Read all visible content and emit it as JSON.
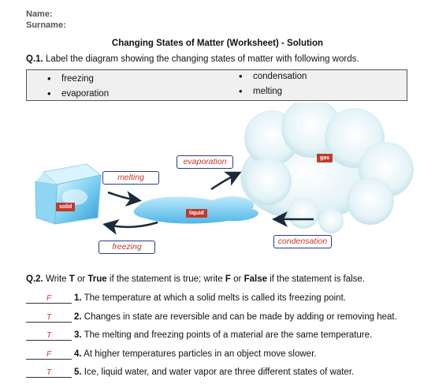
{
  "header": {
    "name_label": "Name:",
    "surname_label": "Surname:"
  },
  "title": "Changing States of Matter (Worksheet) - Solution",
  "q1": {
    "number": "Q.1.",
    "instruction": "Label the diagram showing the changing states of matter with following words.",
    "words": [
      "freezing",
      "condensation",
      "evaporation",
      "melting"
    ]
  },
  "diagram": {
    "labels": {
      "melting": "melting",
      "evaporation": "evaporation",
      "freezing": "freezing",
      "condensation": "condensation"
    },
    "tags": {
      "solid": "solid",
      "liquid": "liquid",
      "gas": "gas"
    }
  },
  "q2": {
    "number": "Q.2.",
    "instruction_parts": [
      "Write ",
      "T",
      " or ",
      "True",
      " if the statement is true; write ",
      "F",
      " or ",
      "False",
      " if the statement is false."
    ],
    "statements": [
      {
        "answer": "F",
        "number": "1.",
        "text": "The temperature at which a solid melts is called its freezing point."
      },
      {
        "answer": "T",
        "number": "2.",
        "text": "Changes in state are reversible and can be made by adding or removing heat."
      },
      {
        "answer": "T",
        "number": "3.",
        "text": "The melting and freezing points of a material are the same temperature."
      },
      {
        "answer": "F",
        "number": "4.",
        "text": "At higher temperatures particles in an object move slower."
      },
      {
        "answer": "T",
        "number": "5.",
        "text": "Ice, liquid water, and water vapor are three different states of water."
      }
    ]
  }
}
